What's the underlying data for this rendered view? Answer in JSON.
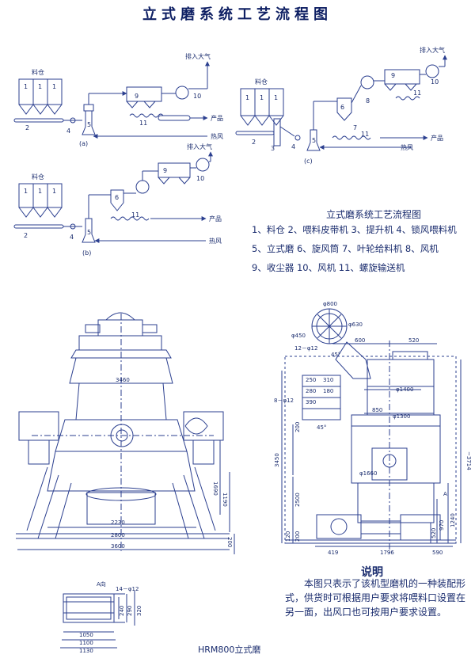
{
  "title": "立式磨系统工艺流程图",
  "flow": {
    "silo_label": "料仓",
    "exhaust_label": "排入大气",
    "product_label": "产品",
    "hot_air_label": "热风",
    "sub_labels": [
      "(a)",
      "(b)",
      "(c)"
    ],
    "num": [
      "1",
      "2",
      "3",
      "4",
      "5",
      "6",
      "7",
      "8",
      "9",
      "10",
      "11"
    ]
  },
  "legend": {
    "title": "立式磨系统工艺流程图",
    "lines": [
      "1、料仓  2、喂料皮带机  3、提升机  4、锁风喂料机",
      "5、立式磨  6、旋风筒  7、叶轮给料机  8、风机",
      "9、收尘器  10、风机  11、螺旋输送机"
    ]
  },
  "front_dims": {
    "d3460": "3460",
    "d1690": "1690",
    "d1190": "1190",
    "d200": "200",
    "d2230": "2230",
    "d2800": "2800",
    "d3600": "3600"
  },
  "side_dims": {
    "d800": "φ800",
    "d630": "φ630",
    "d450": "φ450",
    "d600": "600",
    "d520": "520",
    "d12_12": "12－φ12",
    "a45a": "45°",
    "d1400": "φ1400",
    "d250": "250",
    "d310": "310",
    "d280": "280",
    "d180": "180",
    "d390": "390",
    "d8_12": "8－φ12",
    "d850": "850",
    "d1300": "φ1300",
    "a45b": "45°",
    "d200": "200",
    "d3714": "~3714",
    "d3450": "3450",
    "d1660": "φ1660",
    "d2500": "2500",
    "dA": "A",
    "d1240": "1240",
    "d970": "970",
    "d520b": "520",
    "d120": "120",
    "d200b": "200",
    "d419": "419",
    "d1796": "1796",
    "d590": "590"
  },
  "a_view": {
    "label": "A向",
    "holes": "14－φ12",
    "d240": "240",
    "d290": "290",
    "d320": "320",
    "d1050": "1050",
    "d1100": "1100",
    "d1130": "1130"
  },
  "note": {
    "title": "说明",
    "body": "本图只表示了该机型磨机的一种装配形式，供货时可根据用户要求将喂料口设置在另一面，出风口也可按用户要求设置。"
  },
  "caption": "HRM800立式磨",
  "colors": {
    "ink": "#1a2c6e",
    "line": "#2b3f8f"
  }
}
